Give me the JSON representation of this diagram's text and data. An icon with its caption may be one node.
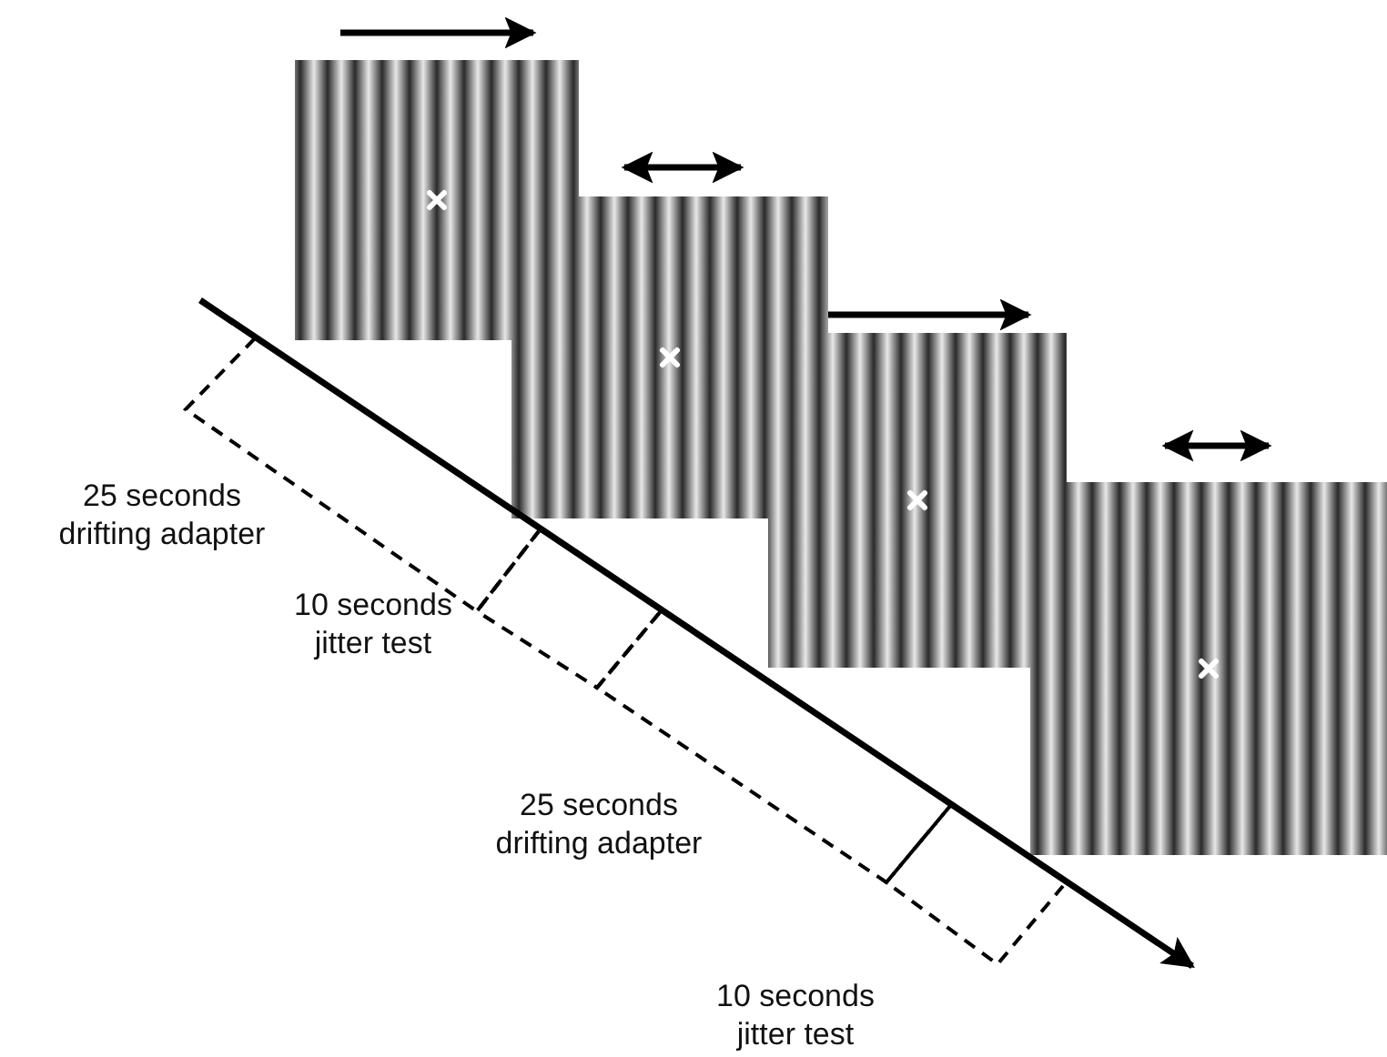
{
  "diagram": {
    "labels": [
      "25 seconds drifting adapter",
      "10 seconds jitter test",
      "25 seconds drifting adapter",
      "10 seconds jitter test"
    ]
  }
}
